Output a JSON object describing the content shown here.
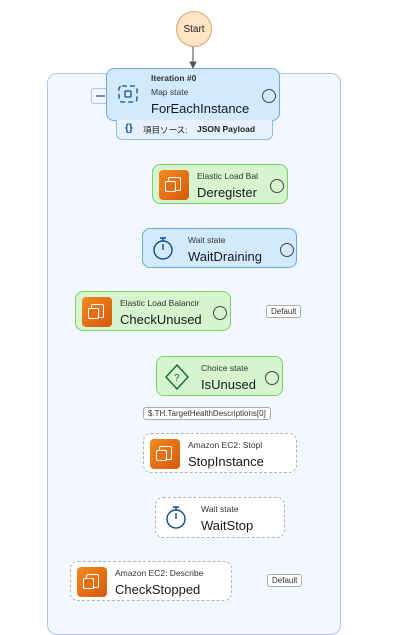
{
  "start": {
    "label": "Start"
  },
  "map_node": {
    "title": "Iteration #0",
    "type": "Map state",
    "name": "ForEachInstance",
    "item_source_label": "項目ソース:",
    "item_source_value": "JSON Payload"
  },
  "nodes": {
    "deregister": {
      "type": "Elastic Load Bal",
      "name": "Deregister"
    },
    "wait_draining": {
      "type": "Wait state",
      "name": "WaitDraining"
    },
    "check_unused": {
      "type": "Elastic Load Balancir",
      "name": "CheckUnused"
    },
    "is_unused": {
      "type": "Choice state",
      "name": "IsUnused"
    },
    "stop_instance": {
      "type": "Amazon EC2: Stopl",
      "name": "StopInstance"
    },
    "wait_stop": {
      "type": "Wait state",
      "name": "WaitStop"
    },
    "check_stopped": {
      "type": "Amazon EC2: Describe",
      "name": "CheckStopped"
    }
  },
  "edge_labels": {
    "default_1": "Default",
    "condition": "$.TH.TargetHealthDescriptions[0]",
    "default_2": "Default"
  },
  "colors": {
    "task_green": "#d6f5cf",
    "wait_blue": "#d3eafc",
    "service_orange": "#ed7100",
    "container": "#f2f7fd"
  }
}
